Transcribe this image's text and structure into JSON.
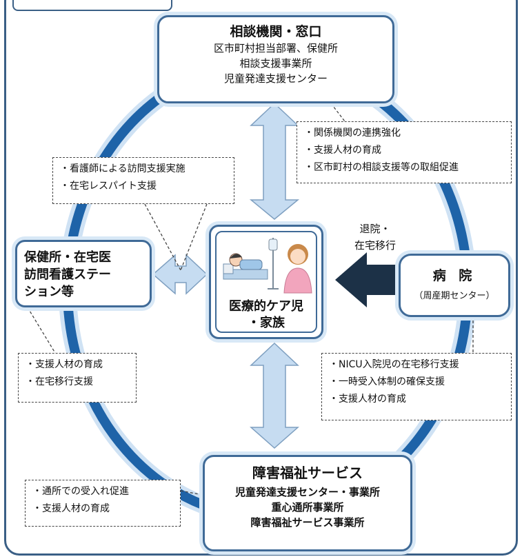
{
  "consult": {
    "title": "相談機関・窓口",
    "lines": [
      "区市町村担当部署、保健所",
      "相談支援事業所",
      "児童発達支援センター"
    ]
  },
  "consult_note": [
    "・関係機関の連携強化",
    "・支援人材の育成",
    "・区市町村の相談支援等の取組促進"
  ],
  "nursing_note": [
    "・看護師による訪問支援実施",
    "・在宅レスパイト支援"
  ],
  "hoken": {
    "lines": [
      "保健所・在宅医",
      "訪問看護ステー",
      "ション等"
    ]
  },
  "hoken_note": [
    "・支援人材の育成",
    "・在宅移行支援"
  ],
  "center": {
    "lines": [
      "医療的ケア児",
      "・家族"
    ]
  },
  "discharge_label": [
    "退院・",
    "在宅移行"
  ],
  "hospital": {
    "title": "病 院",
    "sub": "（周産期センター）"
  },
  "hospital_note": [
    "・NICU入院児の在宅移行支援",
    "・一時受入体制の確保支援",
    "・支援人材の育成"
  ],
  "welfare": {
    "title": "障害福祉サービス",
    "lines": [
      "児童発達支援センター・事業所",
      "重心通所事業所",
      "障害福祉サービス事業所"
    ]
  },
  "welfare_note": [
    "・通所での受入れ促進",
    "・支援人材の育成"
  ],
  "colors": {
    "ring": "#1e63a8",
    "ring_light": "#a9c9e8",
    "border": "#3f6a97",
    "arrow": "#c6dcf1",
    "dark_arrow": "#1c3147"
  }
}
